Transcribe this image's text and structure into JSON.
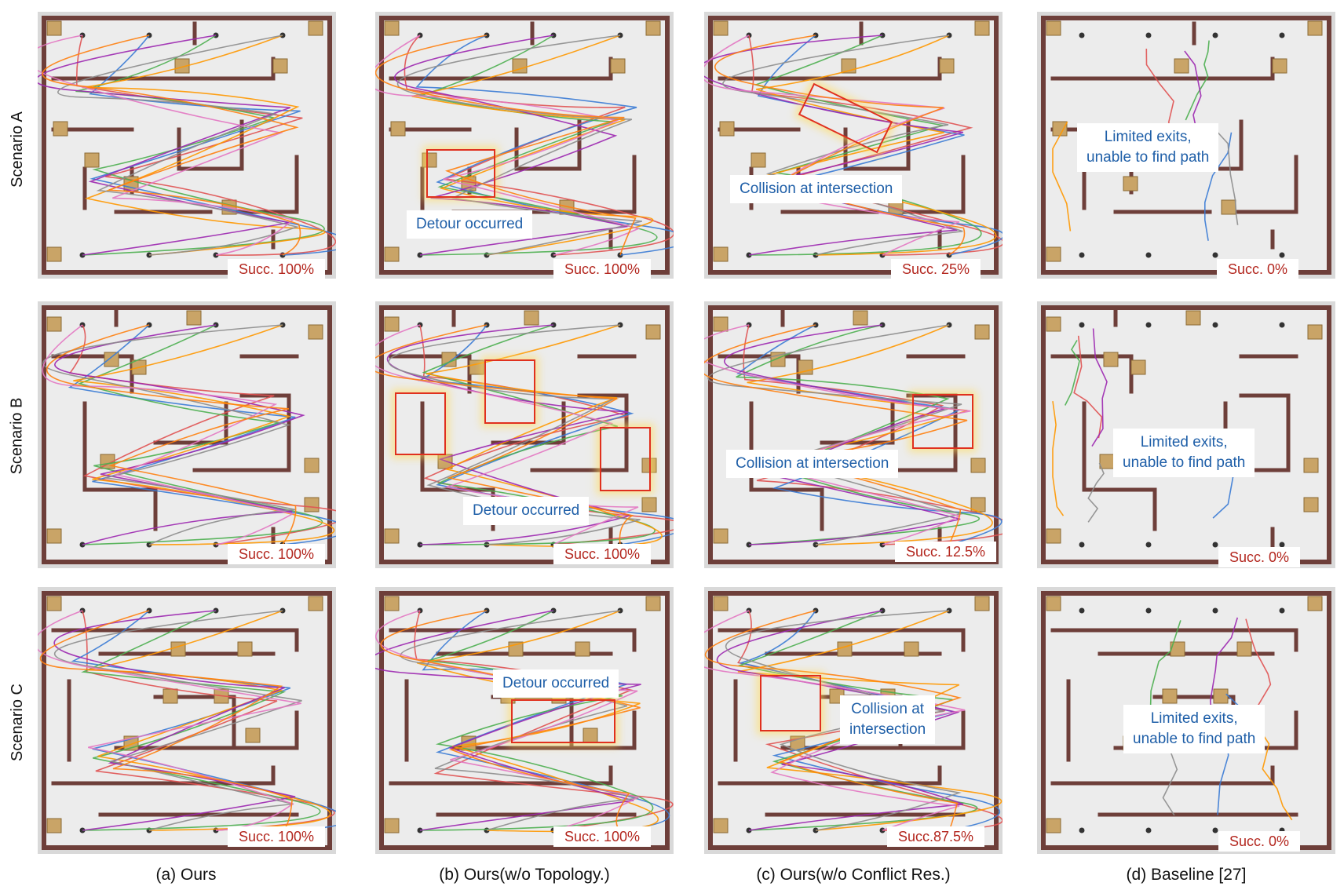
{
  "rows": [
    "Scenario A",
    "Scenario B",
    "Scenario C"
  ],
  "columns": [
    "(a) Ours",
    "(b) Ours(w/o Topology.)",
    "(c) Ours(w/o Conflict Res.)",
    "(d) Baseline [27]"
  ],
  "panels": [
    {
      "success": "Succ. 100%"
    },
    {
      "success": "Succ. 100%",
      "annotations": [
        {
          "text": "Detour occurred"
        }
      ]
    },
    {
      "success": "Succ. 25%",
      "annotations": [
        {
          "text": "Collision at intersection"
        }
      ]
    },
    {
      "success": "Succ. 0%",
      "annotations": [
        {
          "text": "Limited exits,\nunable to find path"
        }
      ]
    },
    {
      "success": "Succ. 100%"
    },
    {
      "success": "Succ. 100%",
      "annotations": [
        {
          "text": "Detour occurred"
        }
      ]
    },
    {
      "success": "Succ. 12.5%",
      "annotations": [
        {
          "text": "Collision at intersection"
        }
      ]
    },
    {
      "success": "Succ. 0%",
      "annotations": [
        {
          "text": "Limited exits,\nunable to find path"
        }
      ]
    },
    {
      "success": "Succ. 100%"
    },
    {
      "success": "Succ. 100%",
      "annotations": [
        {
          "text": "Detour occurred"
        }
      ]
    },
    {
      "success": "Succ.87.5%",
      "annotations": [
        {
          "text": "Collision at\nintersection"
        }
      ]
    },
    {
      "success": "Succ. 0%",
      "annotations": [
        {
          "text": "Limited exits,\nunable to find path"
        }
      ]
    }
  ],
  "colors": {
    "wall": "#6e3f3a",
    "floor": "#ececec",
    "crate": "#c9a467",
    "highlight": "#e0301e",
    "success_text": "#b3261e",
    "annotation_text": "#1f5fa8",
    "trajectories": [
      "#e05252",
      "#3a7bd5",
      "#4caf50",
      "#ff9800",
      "#9c27b0",
      "#8d8d8d",
      "#e377c2",
      "#ff7f0e"
    ]
  }
}
